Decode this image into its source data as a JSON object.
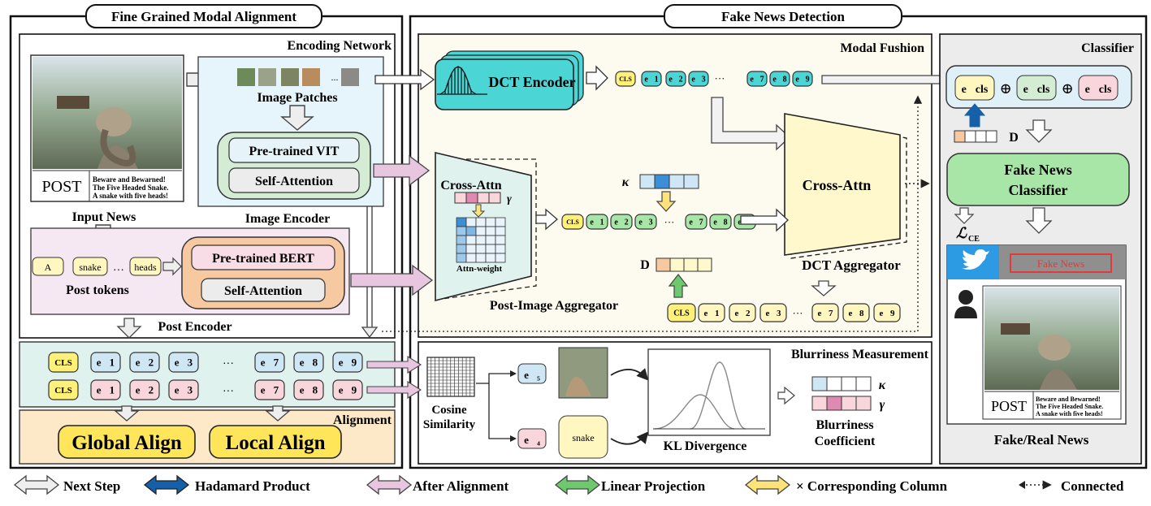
{
  "titles": {
    "left": "Fine Grained Modal Alignment",
    "right": "Fake News Detection"
  },
  "sections": {
    "encoding_network": "Encoding Network",
    "modal_fushion": "Modal Fushion",
    "classifier": "Classifier",
    "blurriness_measurement": "Blurriness Measurement",
    "alignment": "Alignment"
  },
  "post": {
    "label": "POST",
    "caption_lines": [
      "Beware and Bewarned!",
      "The Five Headed Snake.",
      "A snake with five heads!"
    ]
  },
  "encoders": {
    "image_patches": "Image Patches",
    "patch_ellipsis": "...",
    "vit": "Pre-trained VIT",
    "self_attention": "Self-Attention",
    "image_encoder": "Image Encoder",
    "input_news": "Input News",
    "tokens": [
      "A",
      "snake",
      "heads"
    ],
    "token_ellipsis": "…",
    "post_tokens": "Post tokens",
    "bert": "Pre-trained BERT",
    "post_encoder": "Post Encoder"
  },
  "alignment": {
    "cls": "CLS",
    "image_row_sup": [
      "1",
      "2",
      "3",
      "7",
      "8",
      "9"
    ],
    "post_row_sup": [
      "1",
      "2",
      "3",
      "7",
      "8",
      "9"
    ],
    "ellipsis": "···",
    "global_align": "Global Align",
    "local_align": "Local Align"
  },
  "fusion": {
    "dct_encoder": "DCT Encoder",
    "cross_attn": "Cross-Attn",
    "gamma": "γ",
    "kappa": "κ",
    "attn_weight": "Attn-weight",
    "post_image_aggregator": "Post-Image Aggregator",
    "dct_cross_attn": "Cross-Attn",
    "dct_aggregator": "DCT Aggregator",
    "d_label": "D",
    "cls": "CLS",
    "ellipsis": "···"
  },
  "classifier": {
    "plus": "⊕",
    "fake_news_classifier_1": "Fake News",
    "fake_news_classifier_2": "Classifier",
    "d_label": "D",
    "loss": "ℒ",
    "loss_sub": "CE",
    "fake_news_tag": "Fake News",
    "output_label": "Fake/Real News"
  },
  "blurriness": {
    "cosine_1": "Cosine",
    "cosine_2": "Similarity",
    "snake": "snake",
    "kl": "KL Divergence",
    "coef_1": "Blurriness",
    "coef_2": "Coefficient",
    "kappa": "κ",
    "gamma": "γ"
  },
  "legend": {
    "next_step": "Next Step",
    "hadamard": "Hadamard Product",
    "after_alignment": "After Alignment",
    "linear_projection": "Linear Projection",
    "corresponding_column": "×  Corresponding Column",
    "connected": "Connected"
  },
  "colors": {
    "vit_fill": "#d4ecd4",
    "bert_fill": "#f7c9a0",
    "alignment_fill": "#fde8c8",
    "token_fill": "#fff6c0",
    "image_tok": "#cfe6f5",
    "post_tok": "#f8d6dc",
    "dct_fill": "#4cd5d5",
    "classifier_fill": "#a8e6a8",
    "pink_arrow": "#e8c6e0",
    "blue_arrow": "#1560a8",
    "green_arrow": "#6ec96e",
    "yellow_arrow": "#fde37a",
    "yellow_cls": "#fff07a"
  }
}
